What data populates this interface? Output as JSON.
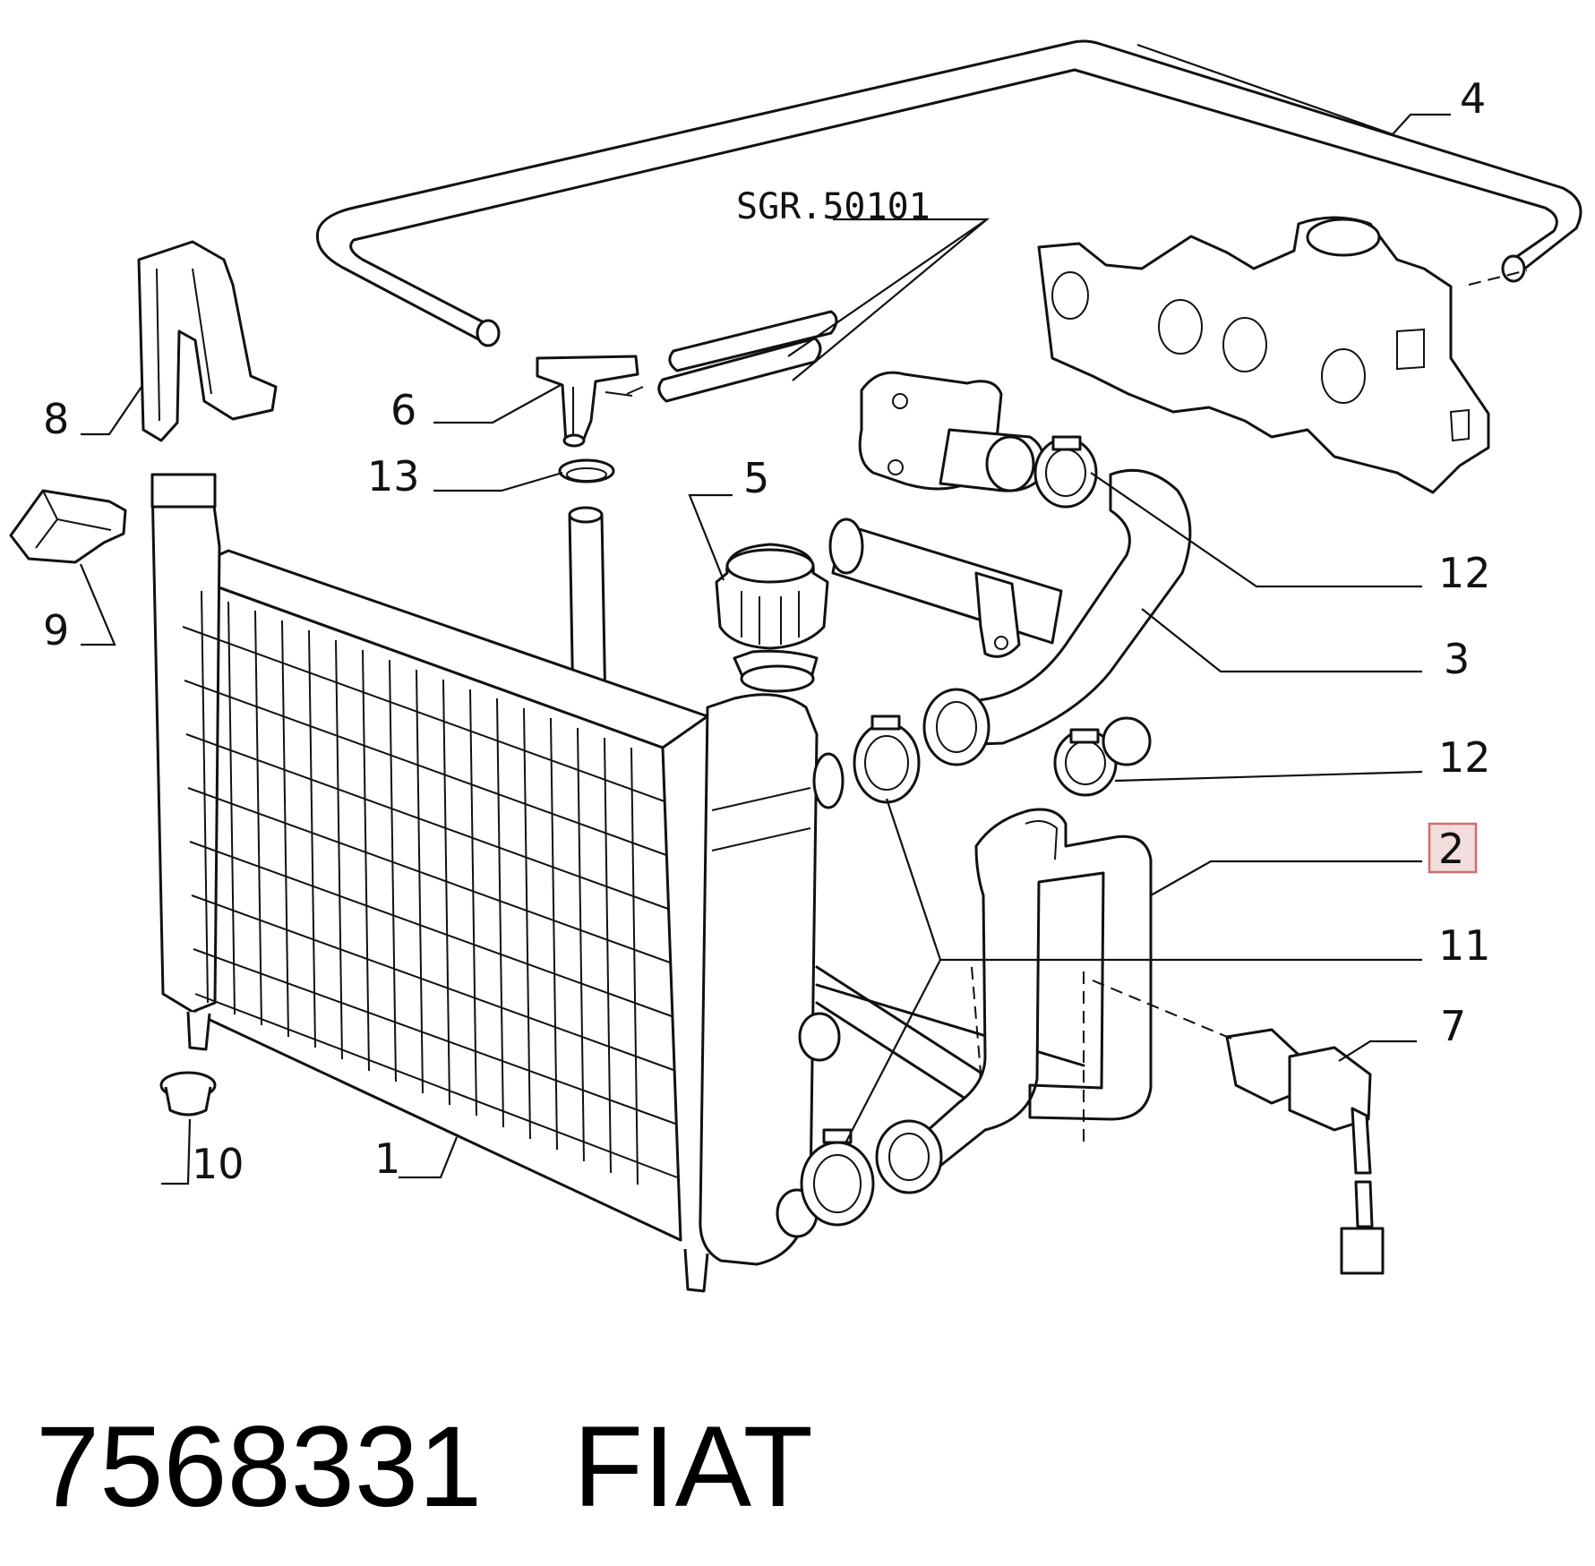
{
  "callouts": {
    "c1": "1",
    "c2": "2",
    "c3": "3",
    "c4": "4",
    "c5": "5",
    "c6": "6",
    "c7": "7",
    "c8": "8",
    "c9": "9",
    "c10": "10",
    "c11": "11",
    "c12a": "12",
    "c12b": "12",
    "c13": "13"
  },
  "reference": "SGR.50101",
  "highlighted_callout": "2",
  "highlight_color": "#f3dcdc",
  "footer": {
    "part_number": "7568331",
    "brand": "FIAT"
  }
}
